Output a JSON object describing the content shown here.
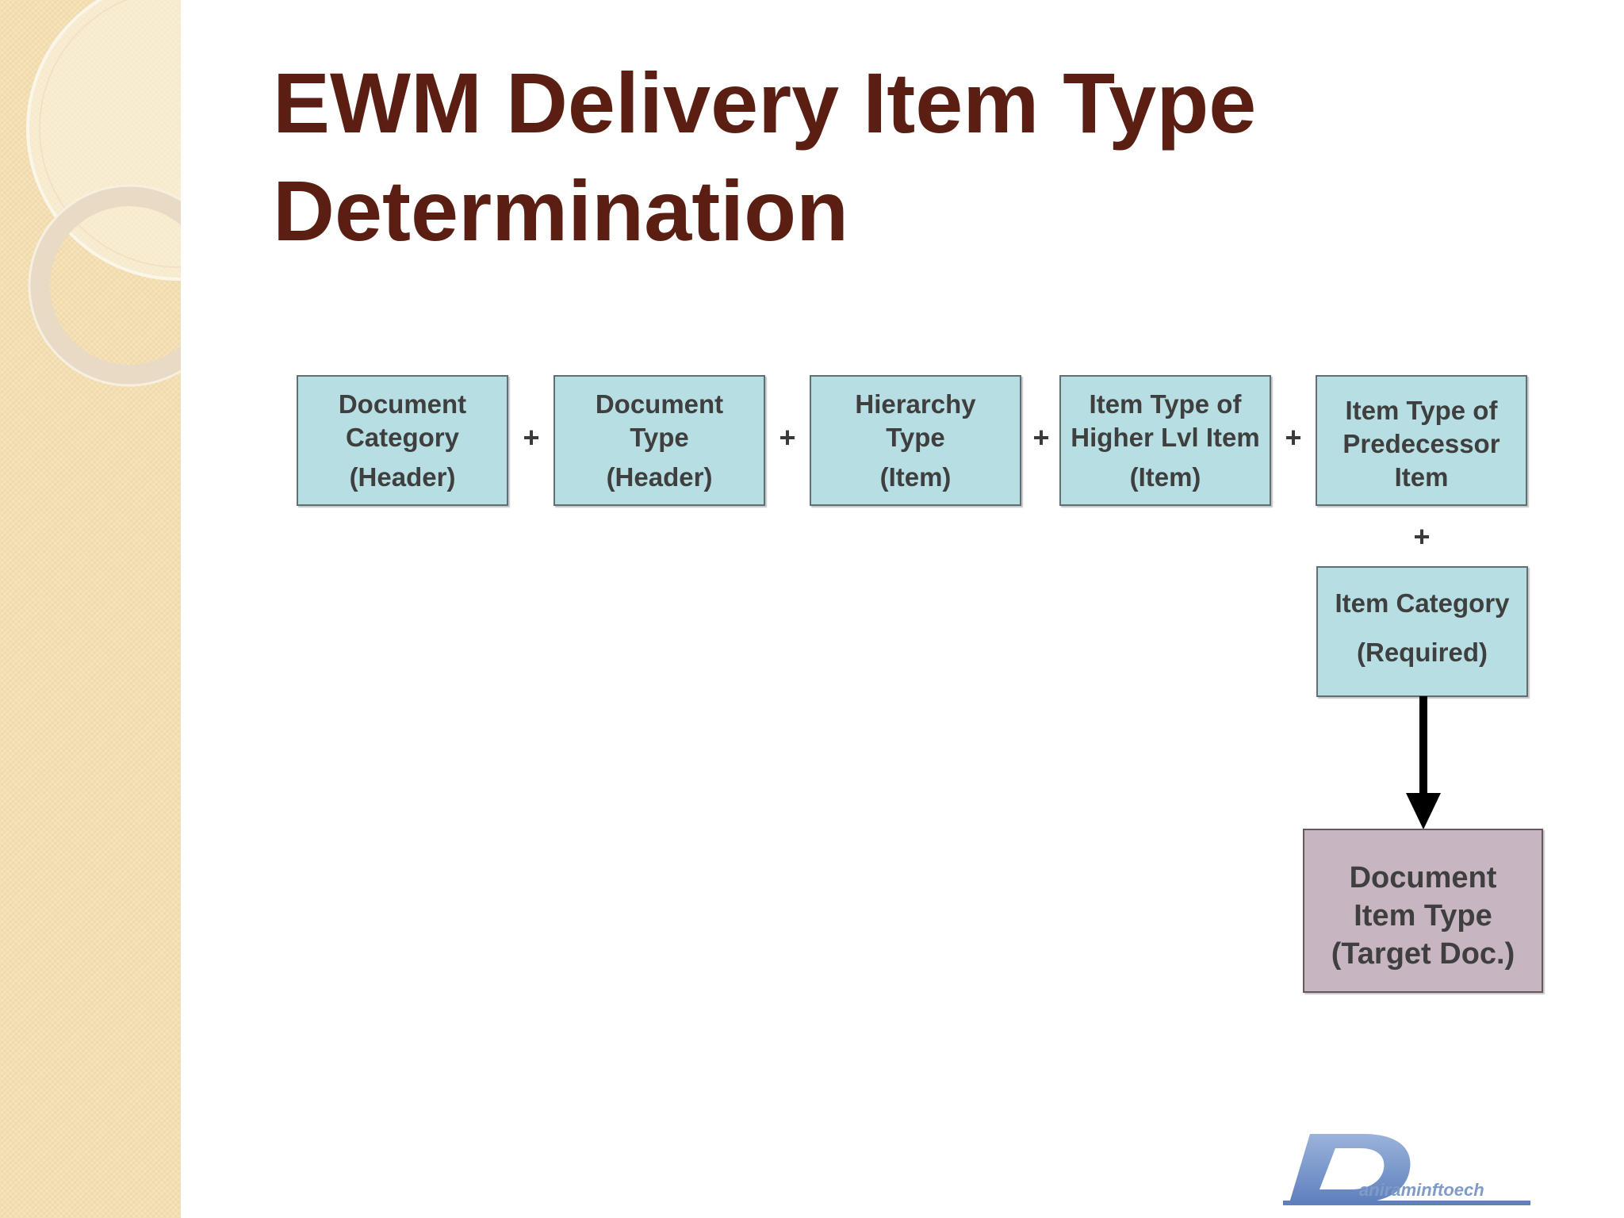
{
  "slide": {
    "title_line_1": "EWM Delivery Item Type",
    "title_line_2": "Determination"
  },
  "diagram": {
    "inputs": [
      {
        "main": "Document\nCategory",
        "sub": "(Header)"
      },
      {
        "main": "Document\nType",
        "sub": "(Header)"
      },
      {
        "main": "Hierarchy\nType",
        "sub": "(Item)"
      },
      {
        "main": "Item Type of\nHigher Lvl Item",
        "sub": "(Item)"
      },
      {
        "main": "Item Type of\nPredecessor\nItem"
      },
      {
        "main": "Item Category",
        "sub": "(Required)"
      }
    ],
    "operator": "+",
    "result": {
      "main": "Document\nItem Type\n(Target Doc.)"
    }
  },
  "logo": {
    "mark": "D",
    "wordmark": "aniraminftoech"
  },
  "colors": {
    "title": "#5a1f12",
    "input_box": "#b7dfe3",
    "result_box": "#c8b5c2",
    "left_band": "#f4dfb2",
    "arrow": "#000000",
    "logo": "#6f8fc6"
  }
}
